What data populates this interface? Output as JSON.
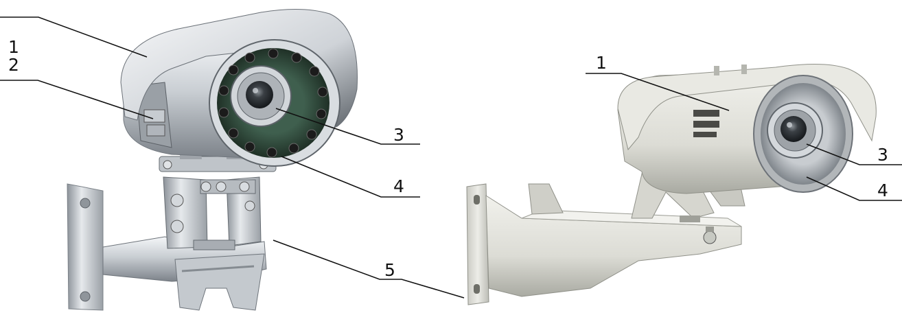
{
  "figure": {
    "left_camera": {
      "callouts": [
        {
          "id": "housing",
          "label": "1"
        },
        {
          "id": "cable-entry",
          "label": "2"
        },
        {
          "id": "lens",
          "label": "3"
        },
        {
          "id": "window-ring",
          "label": "4"
        }
      ]
    },
    "right_camera": {
      "callouts": [
        {
          "id": "housing",
          "label": "1"
        },
        {
          "id": "lens",
          "label": "3"
        },
        {
          "id": "window-ring",
          "label": "4"
        }
      ]
    },
    "shared_callout": {
      "id": "bracket",
      "label": "5"
    },
    "colors": {
      "left_metal_light": "#e9ecef",
      "left_metal_mid": "#b9bec4",
      "left_metal_dark": "#6f757c",
      "right_body": "#e2e2dc",
      "right_body_shadow": "#b4b5ae",
      "lens_glass": "#3a3f44",
      "ir_board": "#2f4a3c",
      "line": "#111111"
    }
  }
}
